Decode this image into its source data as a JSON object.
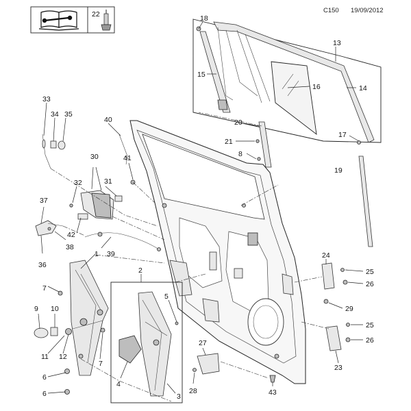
{
  "header": {
    "book_icon": "manual-book-wrench-icon",
    "tool_icon": "grease-applicator-icon",
    "tool_callout": "22",
    "code": "C150",
    "date": "19/09/2012"
  },
  "callouts": {
    "c1": "1",
    "c2": "2",
    "c3": "3",
    "c4": "4",
    "c5": "5",
    "c6a": "6",
    "c6b": "6",
    "c7a": "7",
    "c7b": "7",
    "c8": "8",
    "c9": "9",
    "c10": "10",
    "c11": "11",
    "c12": "12",
    "c13": "13",
    "c14": "14",
    "c15": "15",
    "c16": "16",
    "c17": "17",
    "c18": "18",
    "c19": "19",
    "c20": "20",
    "c21": "21",
    "c23": "23",
    "c24": "24",
    "c25a": "25",
    "c25b": "25",
    "c26a": "26",
    "c26b": "26",
    "c27": "27",
    "c28": "28",
    "c29": "29",
    "c30": "30",
    "c31": "31",
    "c32": "32",
    "c33": "33",
    "c34": "34",
    "c35": "35",
    "c36": "36",
    "c37": "37",
    "c38": "38",
    "c39": "39",
    "c40": "40",
    "c41": "41",
    "c42": "42",
    "c43": "43"
  }
}
